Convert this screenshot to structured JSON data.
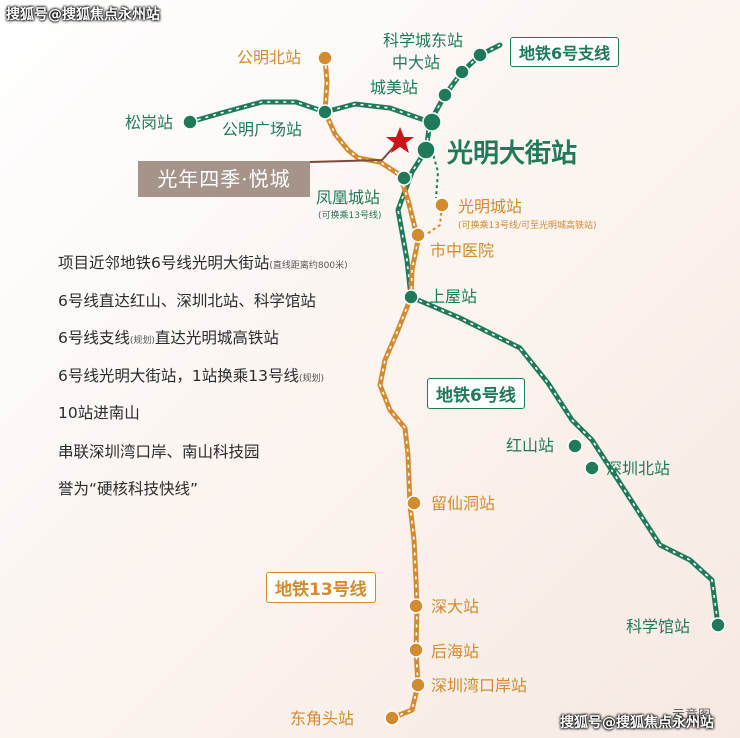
{
  "watermark": "搜狐号@搜狐焦点永州站",
  "credit": "示意图",
  "project": {
    "name": "光年四季·悦城"
  },
  "lines": {
    "line6": {
      "name": "地铁6号线",
      "color": "#1f7a5a"
    },
    "line6_branch": {
      "name": "地铁6号支线",
      "color": "#1f7a5a"
    },
    "line13": {
      "name": "地铁13号线",
      "color": "#d48a2e"
    },
    "dashed_note": "示意"
  },
  "stations": {
    "kexuecheng_dong": "科学城东站",
    "zhongda": "中大站",
    "chengmei": "城美站",
    "gongming_bei": "公明北站",
    "songgang": "松岗站",
    "gongming_guangchang": "公明广场站",
    "guangming_dajie": "光明大街站",
    "fenghuangcheng": "凤凰城站",
    "fenghuangcheng_note": "(可换乘13号线)",
    "guangmingcheng": "光明城站",
    "guangmingcheng_note": "(可换乘13号线/可至光明城高铁站)",
    "shizhong_yiyuan": "市中医院",
    "shangwu": "上屋站",
    "hongshan": "红山站",
    "shenzhen_bei": "深圳北站",
    "kexueguan": "科学馆站",
    "liuxiandong": "留仙洞站",
    "shenda": "深大站",
    "houhai": "后海站",
    "shenzhenwan_kouan": "深圳湾口岸站",
    "dongjiaotou": "东角头站"
  },
  "description": [
    {
      "text": "项目近邻地铁6号线光明大街站",
      "note": "(直线距离约800米)"
    },
    {
      "text": "6号线直达红山、深圳北站、科学馆站",
      "note": ""
    },
    {
      "text": "6号线支线",
      "note": "(规划)",
      "text2": "直达光明城高铁站"
    },
    {
      "text": "6号线光明大街站，1站换乘13号线",
      "note": "(规划)"
    },
    {
      "text": "10站进南山",
      "note": ""
    },
    {
      "text": "串联深圳湾口岸、南山科技园",
      "note": ""
    },
    {
      "text": "誉为“硬核科技快线”",
      "note": ""
    }
  ]
}
